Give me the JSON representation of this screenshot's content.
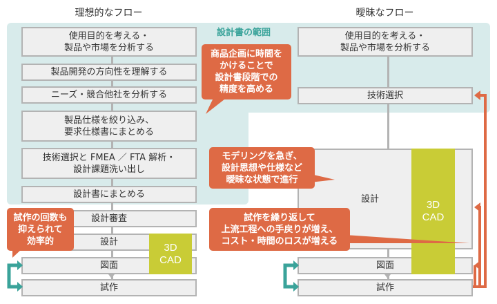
{
  "colors": {
    "scope_bg": "#d8ebeb",
    "callout": "#de6a45",
    "cad": "#c9cc36",
    "box_bg": "#efefef",
    "box_border": "#b3b3b3",
    "teal_arrow": "#3aa39a",
    "scope_label": "#3aa39a"
  },
  "scope_label": "設計書の範囲",
  "ideal_flow": {
    "title": "理想的なフロー",
    "steps": [
      "使用目的を考える・\n製品や市場を分析する",
      "製品開発の方向性を理解する",
      "ニーズ・競合他社を分析する",
      "製品仕様を絞り込み、\n要求仕様書にまとめる",
      "技術選択と FMEA ／ FTA 解析・\n設計課題洗い出し",
      "設計書にまとめる",
      "設計審査",
      "設計",
      "図面",
      "試作"
    ],
    "cad_label": "3D\nCAD",
    "callout_top": "商品企画に時間を\nかけることで\n設計書段階での\n精度を高める",
    "callout_bottom": "試作の回数も\n抑えられて\n効率的"
  },
  "vague_flow": {
    "title": "曖昧なフロー",
    "steps": [
      "使用目的を考える・\n製品や市場を分析する",
      "技術選択",
      "設計",
      "図面",
      "試作"
    ],
    "cad_label": "3D\nCAD",
    "callout_middle": "モデリングを急ぎ、\n設計思想や仕様など\n曖昧な状態で進行",
    "callout_bottom": "試作を繰り返して\n上流工程への手戻りが増え、\nコスト・時間のロスが増える"
  }
}
